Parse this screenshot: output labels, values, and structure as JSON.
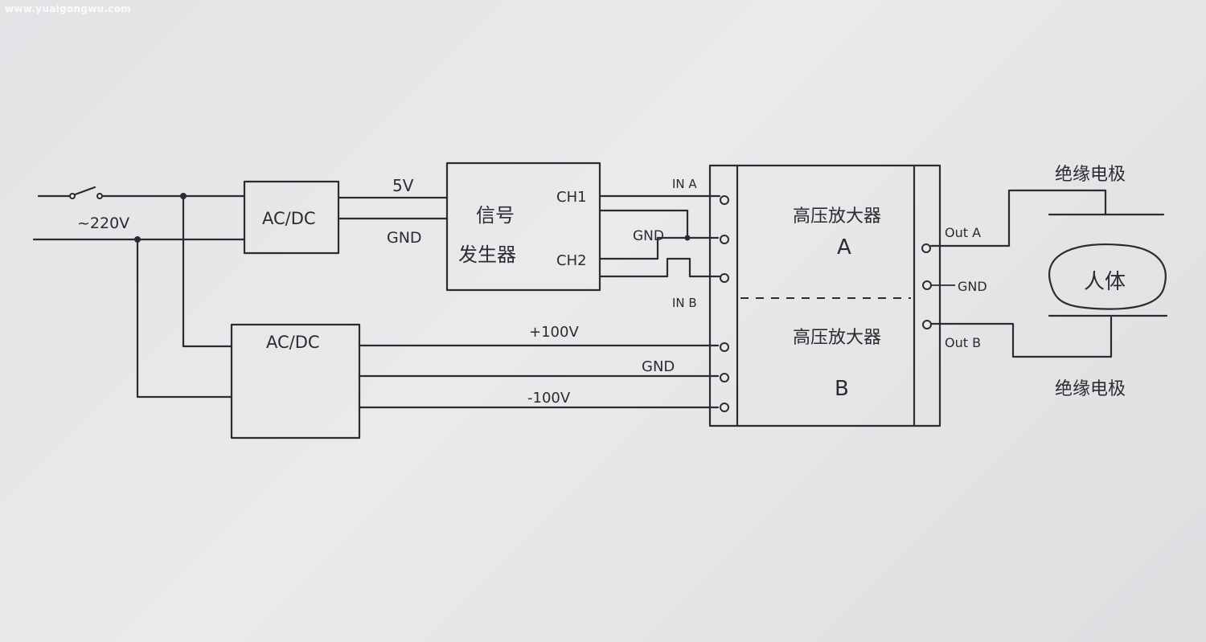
{
  "watermark": "www.yuaigongwu.com",
  "mains_label": "~220V",
  "acdc_top": "AC/DC",
  "acdc_bottom": "AC/DC",
  "rail_5v": "5V",
  "rail_gnd_top": "GND",
  "signal_generator": {
    "line1": "信号",
    "line2": "发生器",
    "ch1": "CH1",
    "ch2": "CH2",
    "gnd": "GND"
  },
  "amplifier": {
    "in_a": "IN A",
    "in_b": "IN B",
    "title_a": "高压放大器",
    "letter_a": "A",
    "title_b": "高压放大器",
    "letter_b": "B",
    "out_a": "Out A",
    "out_gnd": "GND",
    "out_b": "Out B"
  },
  "supply": {
    "pos": "+100V",
    "gnd": "GND",
    "neg": "-100V"
  },
  "electrode_top": "绝缘电极",
  "electrode_bottom": "绝缘电极",
  "body": "人体"
}
